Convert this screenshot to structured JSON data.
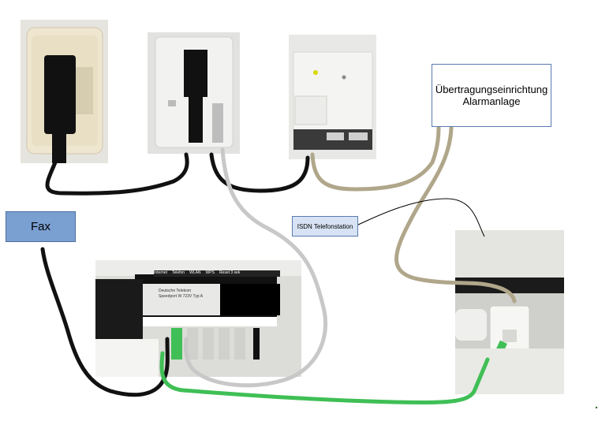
{
  "labels": {
    "transmission_device_line1": "Übertragungseinrichtung",
    "transmission_device_line2": "Alarmanlage",
    "fax": "Fax",
    "isdn_station": "ISDN Telefonstation"
  },
  "router_label": {
    "ports_top": [
      "Internet",
      "Telefon",
      "WLAN",
      "WPS",
      "Reset 3 sek"
    ],
    "brand": "Deutsche Telekom",
    "model": "Speedport W 723V Typ A"
  },
  "colors": {
    "fax_box": "#7a9fd1",
    "isdn_box": "#d7e3f4",
    "black_cable": "#111111",
    "grey_cable": "#c8c8c8",
    "beige_cable": "#b0a68a",
    "green_cable": "#3fbf55",
    "thin_line": "#000000"
  },
  "photos": [
    {
      "name": "tae-wall-socket-photo"
    },
    {
      "name": "splitter-photo"
    },
    {
      "name": "ntba-photo"
    },
    {
      "name": "speedport-router-photo"
    },
    {
      "name": "isdn-socket-photo"
    }
  ]
}
